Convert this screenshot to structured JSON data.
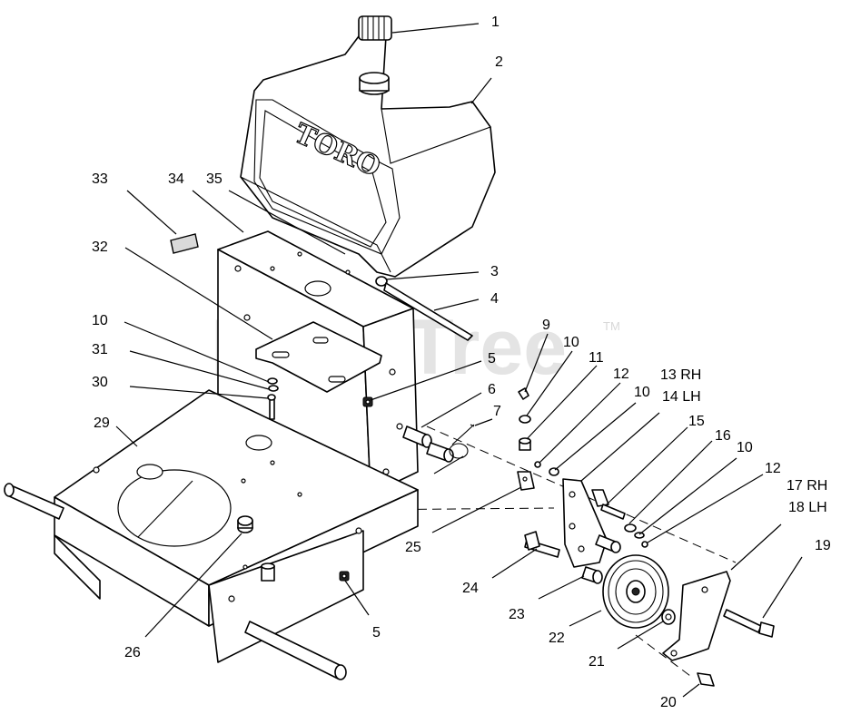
{
  "watermark": {
    "text": "PartsTree",
    "trademark": "TM"
  },
  "tank_logo": "TORO",
  "labels": [
    {
      "id": "1",
      "text": "1"
    },
    {
      "id": "2",
      "text": "2"
    },
    {
      "id": "3",
      "text": "3"
    },
    {
      "id": "4",
      "text": "4"
    },
    {
      "id": "5a",
      "text": "5"
    },
    {
      "id": "5b",
      "text": "5"
    },
    {
      "id": "6",
      "text": "6"
    },
    {
      "id": "7",
      "text": "7"
    },
    {
      "id": "9",
      "text": "9"
    },
    {
      "id": "10a",
      "text": "10"
    },
    {
      "id": "10b",
      "text": "10"
    },
    {
      "id": "10c",
      "text": "10"
    },
    {
      "id": "10d",
      "text": "10"
    },
    {
      "id": "11",
      "text": "11"
    },
    {
      "id": "12a",
      "text": "12"
    },
    {
      "id": "12b",
      "text": "12"
    },
    {
      "id": "13",
      "text": "13 RH"
    },
    {
      "id": "14",
      "text": "14 LH"
    },
    {
      "id": "15",
      "text": "15"
    },
    {
      "id": "16",
      "text": "16"
    },
    {
      "id": "17",
      "text": "17 RH"
    },
    {
      "id": "18",
      "text": "18 LH"
    },
    {
      "id": "19",
      "text": "19"
    },
    {
      "id": "20",
      "text": "20"
    },
    {
      "id": "21",
      "text": "21"
    },
    {
      "id": "22",
      "text": "22"
    },
    {
      "id": "23",
      "text": "23"
    },
    {
      "id": "24",
      "text": "24"
    },
    {
      "id": "25",
      "text": "25"
    },
    {
      "id": "26",
      "text": "26"
    },
    {
      "id": "29",
      "text": "29"
    },
    {
      "id": "30",
      "text": "30"
    },
    {
      "id": "31",
      "text": "31"
    },
    {
      "id": "32",
      "text": "32"
    },
    {
      "id": "33",
      "text": "33"
    },
    {
      "id": "34",
      "text": "34"
    },
    {
      "id": "35",
      "text": "35"
    }
  ]
}
